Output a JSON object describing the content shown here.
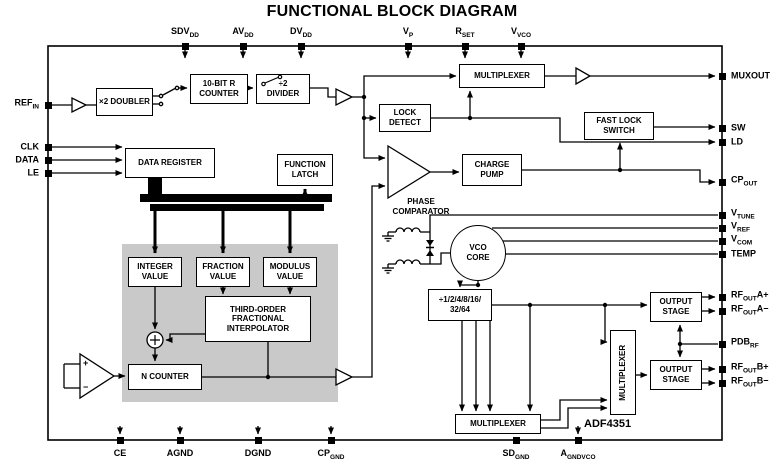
{
  "title": "FUNCTIONAL BLOCK DIAGRAM",
  "chip_label": "ADF4351",
  "colors": {
    "line": "#000000",
    "shade": "#c9c9c9",
    "background": "#ffffff"
  },
  "amp": {
    "plus": "+",
    "minus": "−"
  },
  "blocks": {
    "doubler": "×2 DOUBLER",
    "r_counter": "10-BIT R\nCOUNTER",
    "divider2": "÷2\nDIVIDER",
    "data_register": "DATA REGISTER",
    "function_latch": "FUNCTION\nLATCH",
    "mux_top": "MULTIPLEXER",
    "lock_detect": "LOCK\nDETECT",
    "fast_lock": "FAST LOCK\nSWITCH",
    "charge_pump": "CHARGE\nPUMP",
    "phase_comp": "PHASE\nCOMPARATOR",
    "integer_value": "INTEGER\nVALUE",
    "fraction_value": "FRACTION\nVALUE",
    "modulus_value": "MODULUS\nVALUE",
    "interpolator": "THIRD-ORDER\nFRACTIONAL\nINTERPOLATOR",
    "n_counter": "N COUNTER",
    "vco_core": "VCO\nCORE",
    "rf_divider": "÷1/2/4/8/16/\n32/64",
    "mux_rf": "MULTIPLEXER",
    "output_stage_a": "OUTPUT\nSTAGE",
    "output_stage_b": "OUTPUT\nSTAGE",
    "mux_bottom": "MULTIPLEXER"
  },
  "pins": {
    "top": [
      {
        "name": "SDVDD",
        "parts": [
          {
            "t": "SDV"
          },
          {
            "s": "DD"
          }
        ]
      },
      {
        "name": "AVDD",
        "parts": [
          {
            "t": "AV"
          },
          {
            "s": "DD"
          }
        ]
      },
      {
        "name": "DVDD",
        "parts": [
          {
            "t": "DV"
          },
          {
            "s": "DD"
          }
        ]
      },
      {
        "name": "VP",
        "parts": [
          {
            "t": "V"
          },
          {
            "s": "P"
          }
        ]
      },
      {
        "name": "RSET",
        "parts": [
          {
            "t": "R"
          },
          {
            "s": "SET"
          }
        ]
      },
      {
        "name": "VVCO",
        "parts": [
          {
            "t": "V"
          },
          {
            "s": "VCO"
          }
        ]
      }
    ],
    "left": [
      {
        "name": "REFIN",
        "parts": [
          {
            "t": "REF"
          },
          {
            "s": "IN"
          }
        ]
      },
      {
        "name": "CLK",
        "parts": [
          {
            "t": "CLK"
          }
        ]
      },
      {
        "name": "DATA",
        "parts": [
          {
            "t": "DATA"
          }
        ]
      },
      {
        "name": "LE",
        "parts": [
          {
            "t": "LE"
          }
        ]
      }
    ],
    "bottom": [
      {
        "name": "CE",
        "parts": [
          {
            "t": "CE"
          }
        ]
      },
      {
        "name": "AGND",
        "parts": [
          {
            "t": "AGND"
          }
        ]
      },
      {
        "name": "DGND",
        "parts": [
          {
            "t": "DGND"
          }
        ]
      },
      {
        "name": "CPGND",
        "parts": [
          {
            "t": "CP"
          },
          {
            "s": "GND"
          }
        ]
      },
      {
        "name": "SDGND",
        "parts": [
          {
            "t": "SD"
          },
          {
            "s": "GND"
          }
        ]
      },
      {
        "name": "AGNDVCO",
        "parts": [
          {
            "t": "A"
          },
          {
            "s": "GNDVCO"
          }
        ]
      }
    ],
    "right": [
      {
        "name": "MUXOUT",
        "parts": [
          {
            "t": "MUXOUT"
          }
        ]
      },
      {
        "name": "SW",
        "parts": [
          {
            "t": "SW"
          }
        ]
      },
      {
        "name": "LD",
        "parts": [
          {
            "t": "LD"
          }
        ]
      },
      {
        "name": "CPOUT",
        "parts": [
          {
            "t": "CP"
          },
          {
            "s": "OUT"
          }
        ]
      },
      {
        "name": "VTUNE",
        "parts": [
          {
            "t": "V"
          },
          {
            "s": "TUNE"
          }
        ]
      },
      {
        "name": "VREF",
        "parts": [
          {
            "t": "V"
          },
          {
            "s": "REF"
          }
        ]
      },
      {
        "name": "VCOM",
        "parts": [
          {
            "t": "V"
          },
          {
            "s": "COM"
          }
        ]
      },
      {
        "name": "TEMP",
        "parts": [
          {
            "t": "TEMP"
          }
        ]
      },
      {
        "name": "RFOUTA+",
        "parts": [
          {
            "t": "RF"
          },
          {
            "s": "OUT"
          },
          {
            "t": "A+"
          }
        ]
      },
      {
        "name": "RFOUTA-",
        "parts": [
          {
            "t": "RF"
          },
          {
            "s": "OUT"
          },
          {
            "t": "A−"
          }
        ]
      },
      {
        "name": "PDBRF",
        "parts": [
          {
            "t": "PDB"
          },
          {
            "s": "RF"
          }
        ]
      },
      {
        "name": "RFOUTB+",
        "parts": [
          {
            "t": "RF"
          },
          {
            "s": "OUT"
          },
          {
            "t": "B+"
          }
        ]
      },
      {
        "name": "RFOUTB-",
        "parts": [
          {
            "t": "RF"
          },
          {
            "s": "OUT"
          },
          {
            "t": "B−"
          }
        ]
      }
    ]
  }
}
